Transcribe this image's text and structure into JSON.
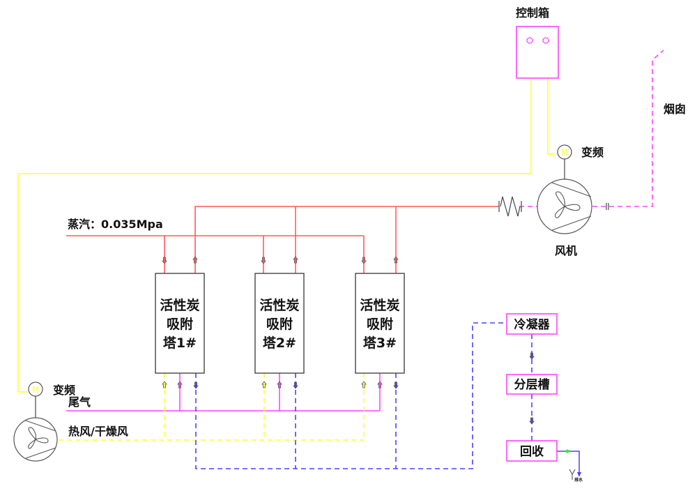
{
  "title": "活性炭吸附塔工艺流程图",
  "colors": {
    "steam": "#ff5a5a",
    "exhaust": "#ff44ff",
    "hot_air": "#ffff33",
    "solvent": "#4444ff",
    "control": "#ffff33",
    "equipment": "#444444",
    "box_border": "#ff44ff",
    "valve_green": "#33ee33"
  },
  "control_box": {
    "label": "控制箱"
  },
  "chimney": {
    "label": "烟囱"
  },
  "fan_top": {
    "label": "风机",
    "motor_symbol": "M",
    "motor_label": "变频"
  },
  "fan_bottom": {
    "motor_symbol": "M",
    "motor_label": "变频"
  },
  "steam": {
    "label": "蒸汽：0.035Mpa"
  },
  "exhaust": {
    "label": "尾气"
  },
  "hot_air": {
    "label": "热风/干燥风"
  },
  "towers": [
    {
      "line1": "活性炭",
      "line2": "吸附",
      "line3": "塔1#"
    },
    {
      "line1": "活性炭",
      "line2": "吸附",
      "line3": "塔2#"
    },
    {
      "line1": "活性炭",
      "line2": "吸附",
      "line3": "塔3#"
    }
  ],
  "condenser": {
    "label": "冷凝器"
  },
  "separator": {
    "label": "分层槽"
  },
  "recovery": {
    "label": "回收"
  },
  "drain": {
    "label": "排水"
  }
}
